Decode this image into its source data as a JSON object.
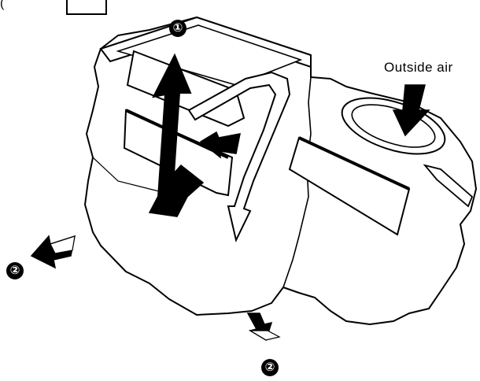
{
  "header_fragment": "(",
  "labels": {
    "outside_air": "Outside air",
    "marker_1": "①",
    "marker_2_left": "②",
    "marker_2_bottom": "②"
  },
  "colors": {
    "ink": "#000000",
    "background": "#ffffff",
    "arrow_fill": "#ffffff",
    "dark_arrow_fill": "#000000"
  }
}
